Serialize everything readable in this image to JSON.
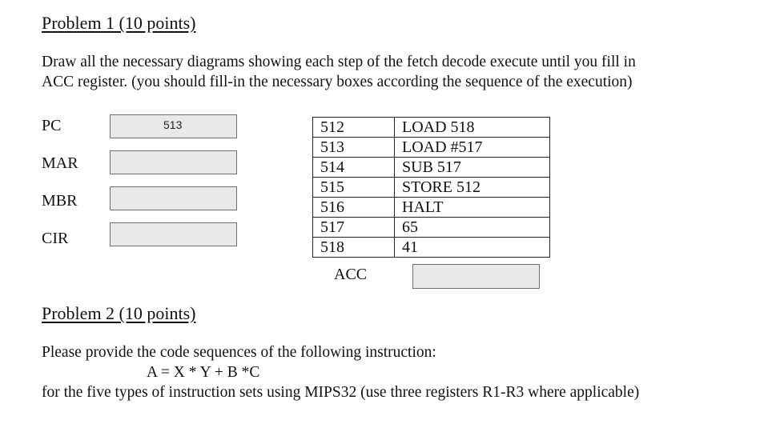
{
  "problem1": {
    "heading": "Problem 1 (10 points)",
    "line1": "Draw all the necessary diagrams showing each step of the fetch decode execute until you fill in",
    "line2": "ACC register. (you should fill-in the necessary boxes according the sequence of the execution)",
    "registers": [
      {
        "label": "PC",
        "value": "513"
      },
      {
        "label": "MAR",
        "value": ""
      },
      {
        "label": "MBR",
        "value": ""
      },
      {
        "label": "CIR",
        "value": ""
      }
    ],
    "memory": [
      {
        "address": "512",
        "content": "LOAD 518"
      },
      {
        "address": "513",
        "content": "LOAD #517"
      },
      {
        "address": "514",
        "content": "SUB 517"
      },
      {
        "address": "515",
        "content": "STORE 512"
      },
      {
        "address": "516",
        "content": "HALT"
      },
      {
        "address": "517",
        "content": "65"
      },
      {
        "address": "518",
        "content": "41"
      }
    ],
    "acc": {
      "label": "ACC",
      "value": ""
    }
  },
  "problem2": {
    "heading": "Problem 2 (10 points)",
    "line1": "Please provide the code sequences of the following instruction:",
    "equation": "A = X * Y + B *C",
    "line2": "for the five types of instruction sets using MIPS32 (use three registers R1-R3 where applicable)"
  }
}
